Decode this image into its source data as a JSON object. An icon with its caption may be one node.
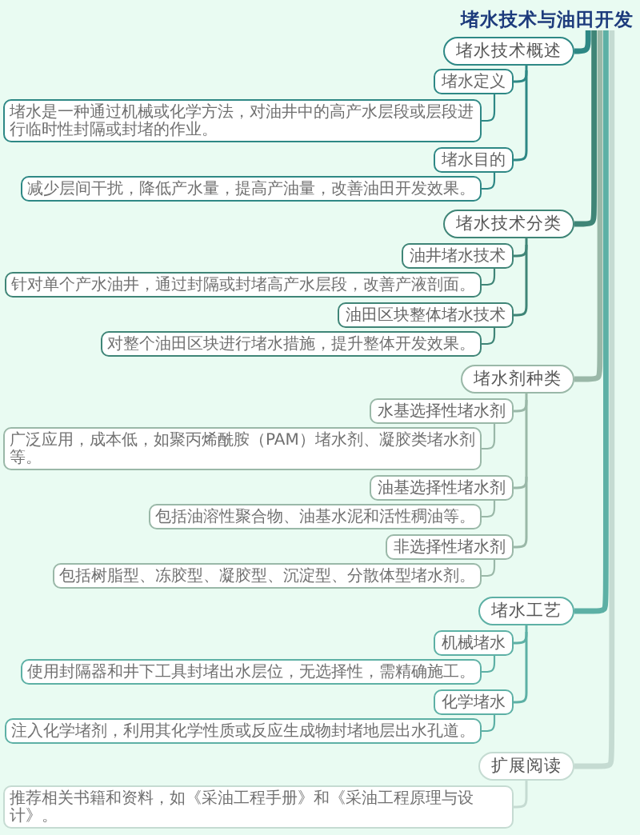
{
  "diagram": {
    "nodes": [
      {
        "text": [
          "堵水技术与油田开发"
        ]
      },
      {
        "text": [
          "堵水技术概述"
        ]
      },
      {
        "text": [
          "堵水定义"
        ]
      },
      {
        "text": [
          "堵水是一种通过机械或化学方法，对油井中的高产水层段或层段进行临时性封隔或封堵的作业。"
        ]
      },
      {
        "text": [
          "堵水目的"
        ]
      },
      {
        "text": [
          "减少层间干扰，降低产水量，提高产油量，改善油田开发效果。"
        ]
      },
      {
        "text": [
          "堵水技术分类"
        ]
      },
      {
        "text": [
          "油井堵水技术"
        ]
      },
      {
        "text": [
          "针对单个产水油井，通过封隔或封堵高产水层段，改善产液剖面。"
        ]
      },
      {
        "text": [
          "油田区块整体堵水技术"
        ]
      },
      {
        "text": [
          "对整个油田区块进行堵水措施，提升整体开发效果。"
        ]
      },
      {
        "text": [
          "堵水剂种类"
        ]
      },
      {
        "text": [
          "水基选择性堵水剂"
        ]
      },
      {
        "text": [
          "广泛应用，成本低，如聚丙烯酰胺（PAM）堵水剂、凝胶类堵水剂等。"
        ]
      },
      {
        "text": [
          "油基选择性堵水剂"
        ]
      },
      {
        "text": [
          "包括油溶性聚合物、油基水泥和活性稠油等。"
        ]
      },
      {
        "text": [
          "非选择性堵水剂"
        ]
      },
      {
        "text": [
          "包括树脂型、冻胶型、凝胶型、沉淀型、分散体型堵水剂。"
        ]
      },
      {
        "text": [
          "堵水工艺"
        ]
      },
      {
        "text": [
          "机械堵水"
        ]
      },
      {
        "text": [
          "使用封隔器和井下工具封堵出水层位，无选择性，需精确施工。"
        ]
      },
      {
        "text": [
          "化学堵水"
        ]
      },
      {
        "text": [
          "注入化学堵剂，利用其化学性质或反应生成物封堵地层出水孔道。"
        ]
      },
      {
        "text": [
          "扩展阅读"
        ]
      },
      {
        "text": [
          "推荐相关书籍和资料，如《采油工程手册》和《采油工程原理与设计》。"
        ]
      }
    ],
    "edges": [
      {
        "from": 0,
        "to": 1,
        "arrow": "none",
        "style": "thick",
        "color": "#2e8885"
      },
      {
        "from": 1,
        "to": 2,
        "arrow": "none",
        "color": "#2e8885"
      },
      {
        "from": 2,
        "to": 3,
        "arrow": "none",
        "color": "#2e8885"
      },
      {
        "from": 1,
        "to": 4,
        "arrow": "none",
        "color": "#2e8885"
      },
      {
        "from": 4,
        "to": 5,
        "arrow": "none",
        "color": "#2e8885"
      },
      {
        "from": 0,
        "to": 6,
        "arrow": "none",
        "style": "thick",
        "color": "#3f8577"
      },
      {
        "from": 6,
        "to": 7,
        "arrow": "none",
        "color": "#3f8577"
      },
      {
        "from": 7,
        "to": 8,
        "arrow": "none",
        "color": "#3f8577"
      },
      {
        "from": 6,
        "to": 9,
        "arrow": "none",
        "color": "#3f8577"
      },
      {
        "from": 9,
        "to": 10,
        "arrow": "none",
        "color": "#3f8577"
      },
      {
        "from": 0,
        "to": 11,
        "arrow": "none",
        "style": "thick",
        "color": "#9ab8a8"
      },
      {
        "from": 11,
        "to": 12,
        "arrow": "none",
        "color": "#9ab8a8"
      },
      {
        "from": 12,
        "to": 13,
        "arrow": "none",
        "color": "#9ab8a8"
      },
      {
        "from": 11,
        "to": 14,
        "arrow": "none",
        "color": "#9ab8a8"
      },
      {
        "from": 14,
        "to": 15,
        "arrow": "none",
        "color": "#9ab8a8"
      },
      {
        "from": 11,
        "to": 16,
        "arrow": "none",
        "color": "#9ab8a8"
      },
      {
        "from": 16,
        "to": 17,
        "arrow": "none",
        "color": "#9ab8a8"
      },
      {
        "from": 0,
        "to": 18,
        "arrow": "none",
        "style": "thick",
        "color": "#5db0a5"
      },
      {
        "from": 18,
        "to": 19,
        "arrow": "none",
        "color": "#5db0a5"
      },
      {
        "from": 19,
        "to": 20,
        "arrow": "none",
        "color": "#5db0a5"
      },
      {
        "from": 18,
        "to": 21,
        "arrow": "none",
        "color": "#5db0a5"
      },
      {
        "from": 21,
        "to": 22,
        "arrow": "none",
        "color": "#5db0a5"
      },
      {
        "from": 0,
        "to": 23,
        "arrow": "none",
        "style": "thick",
        "color": "#c5dbd2"
      },
      {
        "from": 23,
        "to": 24,
        "arrow": "none",
        "color": "#c5dbd2"
      }
    ]
  }
}
